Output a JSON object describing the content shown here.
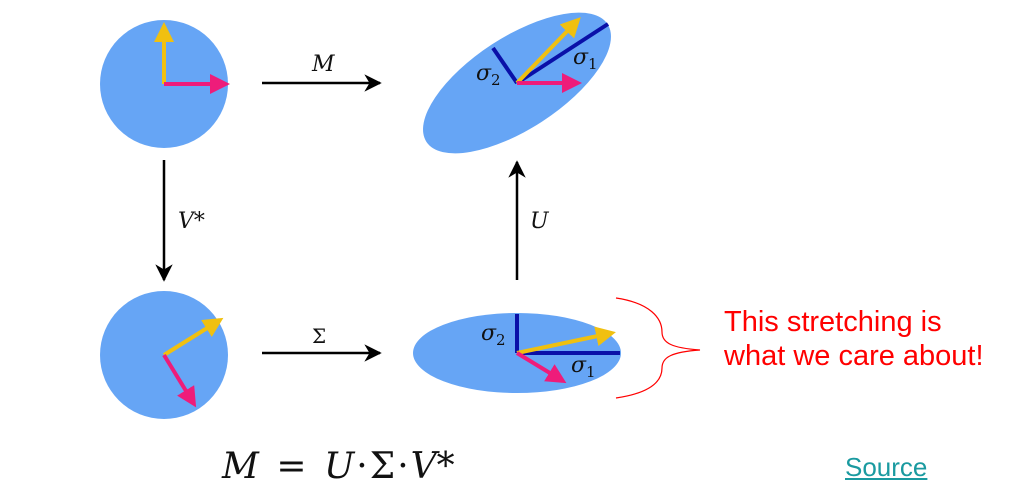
{
  "colors": {
    "disk": "#66a5f5",
    "vector_yellow": "#f0c010",
    "vector_magenta": "#ee1c7a",
    "axis_blue": "#0a10a8",
    "arrow": "#000000",
    "annotation_red": "#ff0000",
    "link": "#1a9aa0"
  },
  "labels": {
    "map_m": "M",
    "map_vstar": "V*",
    "map_sigma": "Σ",
    "map_u": "U",
    "sigma_symbol": "σ",
    "sigma_sub_1": "1",
    "sigma_sub_2": "2"
  },
  "annotation": {
    "line1": "This stretching is",
    "line2": "what we care about!"
  },
  "equation": {
    "lhs": "M",
    "equals": "=",
    "rhs_u": "U",
    "dot1": "·",
    "rhs_sigma": "Σ",
    "dot2": "·",
    "rhs_vstar": "V*"
  },
  "source": {
    "label": "Source"
  }
}
